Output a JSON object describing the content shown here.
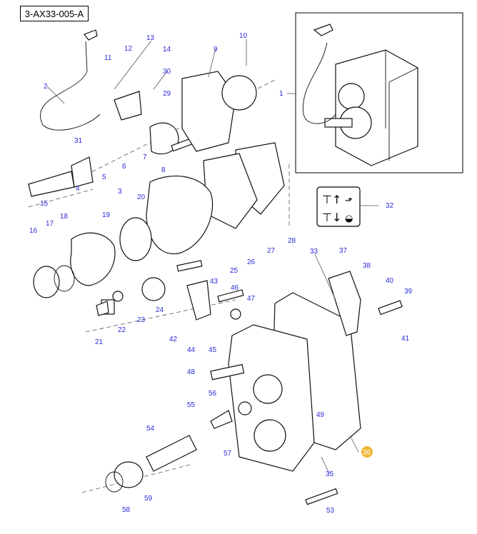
{
  "diagram": {
    "reference_code": "3-AX33-005-A",
    "highlight_color": "#f2b632",
    "callout_color": "#2a2ad8",
    "highlighted_callout": "36",
    "callouts": [
      "1",
      "2",
      "3",
      "4",
      "5",
      "6",
      "7",
      "8",
      "9",
      "10",
      "11",
      "12",
      "13",
      "14",
      "15",
      "16",
      "17",
      "18",
      "19",
      "20",
      "21",
      "22",
      "23",
      "24",
      "25",
      "26",
      "27",
      "28",
      "29",
      "30",
      "31",
      "32",
      "33",
      "35",
      "36",
      "37",
      "38",
      "39",
      "40",
      "41",
      "42",
      "43",
      "44",
      "45",
      "46",
      "47",
      "48",
      "49",
      "53",
      "54",
      "55",
      "56",
      "57",
      "58",
      "59"
    ],
    "symbol_card_icons": [
      "lever-up-arrow-icon",
      "lever-down-arrow-icon",
      "rabbit-icon",
      "tortoise-icon"
    ]
  }
}
